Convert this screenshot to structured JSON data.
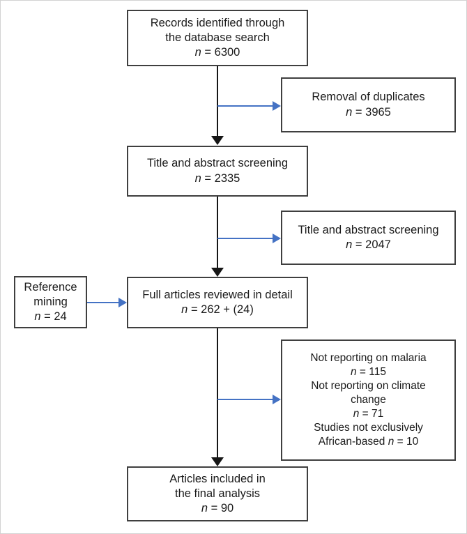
{
  "diagram": {
    "title": "PRISMA study selection flow diagram",
    "colors": {
      "box_border": "#3f3f3f",
      "main_arrow": "#161616",
      "branch_arrow": "#4472c4",
      "background": "#ffffff"
    },
    "nodes": {
      "records_identified": {
        "line1": "Records identified through",
        "line2": "the database search",
        "n_label": "n",
        "n_value": "= 6300"
      },
      "removal_duplicates": {
        "line1": "Removal of duplicates",
        "n_label": "n",
        "n_value": "= 3965"
      },
      "title_abstract_screening": {
        "line1": "Title and abstract screening",
        "n_label": "n",
        "n_value": "= 2335"
      },
      "title_abstract_excluded": {
        "line1": "Title and abstract screening",
        "n_label": "n",
        "n_value": "= 2047"
      },
      "reference_mining": {
        "line1": "Reference",
        "line2": "mining",
        "n_label": "n",
        "n_value": "= 24"
      },
      "full_articles": {
        "line1": "Full articles reviewed in detail",
        "n_label": "n",
        "n_value": "= 262 + (24)"
      },
      "exclusions": {
        "line1": "Not reporting on malaria",
        "n1_label": "n",
        "n1_value": "= 115",
        "line2": "Not reporting on climate",
        "line3": "change",
        "n2_label": "n",
        "n2_value": "= 71",
        "line4": "Studies not exclusively",
        "line5_prefix": "African-based",
        "n3_label": "n",
        "n3_value": "= 10"
      },
      "articles_included": {
        "line1": "Articles included in",
        "line2": "the final analysis",
        "n_label": "n",
        "n_value": "= 90"
      }
    }
  }
}
